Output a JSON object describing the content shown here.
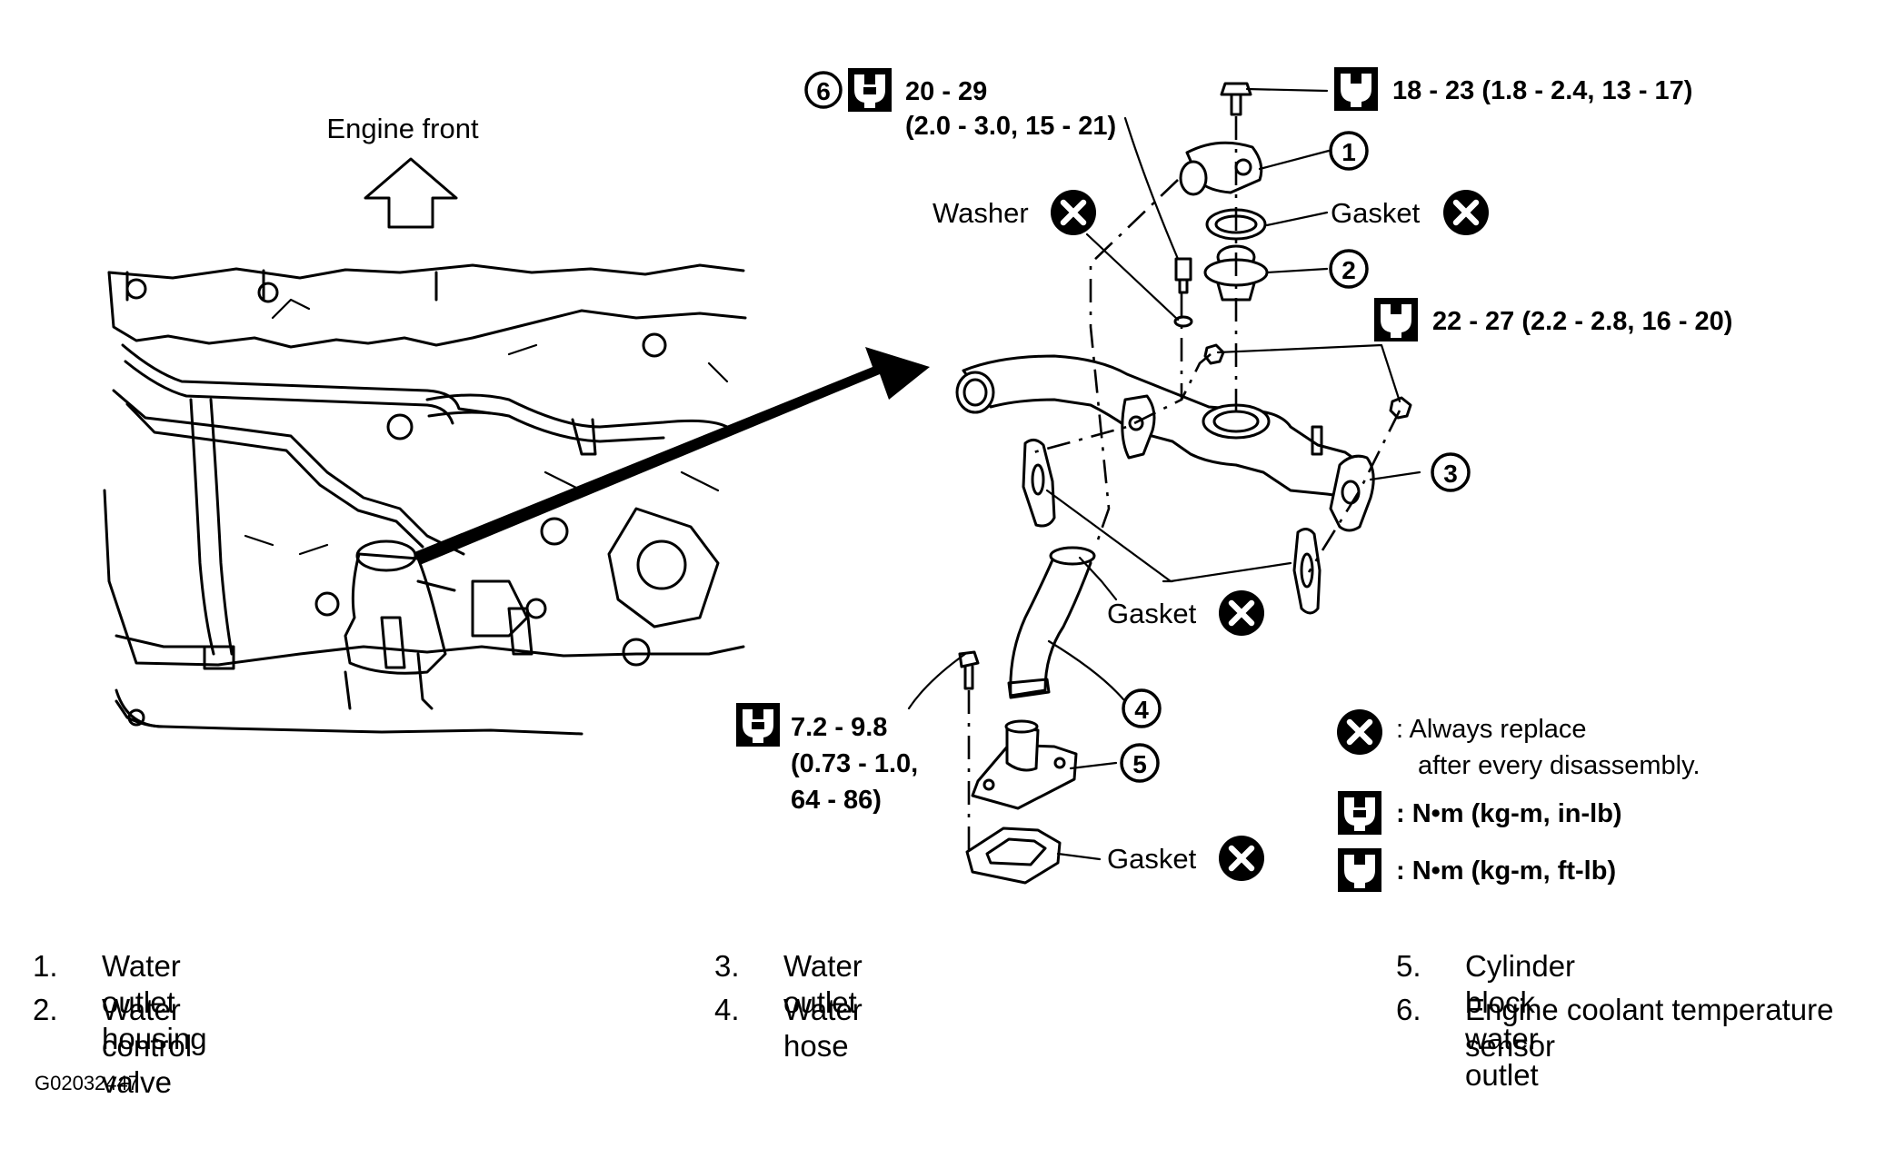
{
  "orientation": {
    "engine_front_label": "Engine front"
  },
  "torque_specs": {
    "sensor_bolt": {
      "line1": "20 - 29",
      "line2": "(2.0 - 3.0, 15 - 21)"
    },
    "housing_bolt": "18 - 23 (1.8 - 2.4, 13 - 17)",
    "outlet_nut": "22 - 27 (2.2 - 2.8, 16 - 20)",
    "block_outlet_bolt": {
      "line1": "7.2 - 9.8",
      "line2": "(0.73 - 1.0,",
      "line3": "64 - 86)"
    }
  },
  "callouts": {
    "washer": "Washer",
    "gasket_top": "Gasket",
    "gasket_middle": "Gasket",
    "gasket_bottom": "Gasket",
    "part_numbers": [
      "1",
      "2",
      "3",
      "4",
      "5",
      "6"
    ]
  },
  "key": {
    "replace_line1": ": Always replace",
    "replace_line2": "after every disassembly.",
    "inlb": ": N•m (kg-m, in-lb)",
    "ftlb": ": N•m (kg-m, ft-lb)"
  },
  "legend": [
    {
      "num": "1.",
      "label": "Water outlet housing"
    },
    {
      "num": "2.",
      "label": "Water control valve"
    },
    {
      "num": "3.",
      "label": "Water outlet"
    },
    {
      "num": "4.",
      "label": "Water hose"
    },
    {
      "num": "5.",
      "label": "Cylinder block water outlet"
    },
    {
      "num": "6.",
      "label": "Engine coolant temperature sensor"
    }
  ],
  "figure_code": "G02032447"
}
